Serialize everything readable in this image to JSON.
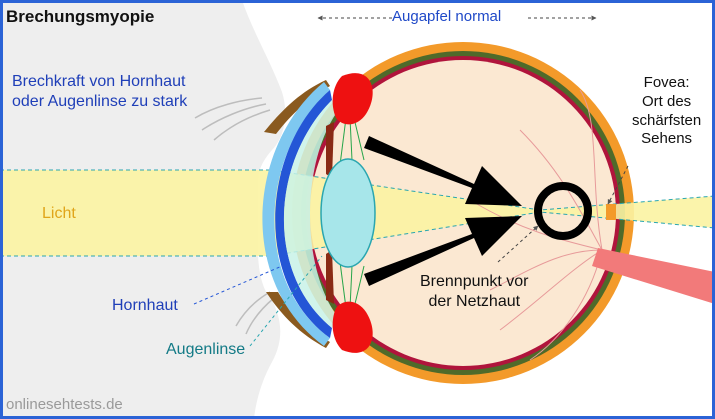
{
  "title": "Brechungsmyopie",
  "eyeball_note": "Augapfel normal",
  "refraction_note_lines": [
    "Brechkraft von Hornhaut",
    "oder Augenlinse zu stark"
  ],
  "light_label": "Licht",
  "cornea_label": "Hornhaut",
  "lens_label": "Augenlinse",
  "focus_label_lines": [
    "Brennpunkt vor",
    "der Netzhaut"
  ],
  "fovea_label_lines": [
    "Fovea:",
    "Ort des",
    "schärfsten",
    "Sehens"
  ],
  "footer": "onlinesehtests.de",
  "colors": {
    "border": "#2b63d6",
    "light_beam": "#fbf3a2",
    "face": "#eeeeee",
    "eye_fill": "#fbe8d2",
    "sclera": "#f39a2a",
    "retina": "#b0143c",
    "choroid": "#4f6a2a",
    "cornea": "#2456d6",
    "cornea_light": "#7ec8f0",
    "lens": "#a7e6ea",
    "iris": "#ee1111",
    "optic_nerve": "#f27a7a",
    "arrow": "#000000"
  }
}
